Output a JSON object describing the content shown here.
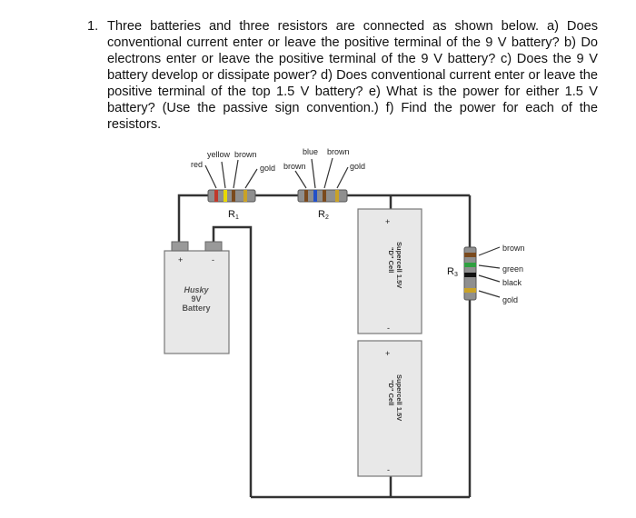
{
  "problem": {
    "number": "1.",
    "text": "Three batteries and three resistors are connected as shown below. a) Does conventional current enter or leave the positive terminal of the 9 V battery? b) Do electrons enter or leave the positive terminal of the 9 V battery? c) Does the 9 V battery develop or dissipate power? d) Does conventional current enter or leave the positive terminal of the top 1.5 V battery? e) What is the power for either 1.5 V battery? (Use the passive sign convention.) f) Find the power for each of the resistors."
  },
  "circuit": {
    "r1": {
      "label": "R",
      "sub": "1",
      "bands": [
        "red",
        "yellow",
        "brown",
        "gold"
      ],
      "band_colors": [
        "#c0392b",
        "#e8d800",
        "#7a4a1e",
        "#c9a227"
      ]
    },
    "r2": {
      "label": "R",
      "sub": "2",
      "bands": [
        "brown",
        "blue",
        "brown",
        "gold"
      ],
      "band_colors": [
        "#7a4a1e",
        "#2450c8",
        "#7a4a1e",
        "#c9a227"
      ]
    },
    "r3": {
      "label": "R",
      "sub": "3",
      "bands": [
        "brown",
        "green",
        "black",
        "gold"
      ],
      "band_colors": [
        "#7a4a1e",
        "#2fa040",
        "#111111",
        "#c9a227"
      ]
    },
    "battery9v": {
      "plus": "+",
      "minus": "-",
      "line1": "Husky",
      "line2": "9V",
      "line3": "Battery"
    },
    "cell_top": {
      "plus": "+",
      "minus": "-",
      "line1": "Supercell 1.5V",
      "line2": "\"D\" Cell"
    },
    "cell_bottom": {
      "plus": "+",
      "minus": "-",
      "line1": "Supercell 1.5V",
      "line2": "\"D\" Cell"
    }
  }
}
